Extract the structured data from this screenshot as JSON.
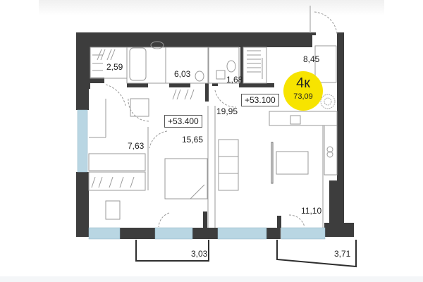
{
  "plan": {
    "apartment_type": "4к",
    "total_area": "73,09",
    "colors": {
      "wall": "#3d3d3d",
      "window": "#b9d6e3",
      "badge": "#f7e400",
      "line": "#9a9a9a"
    },
    "rooms": [
      {
        "id": "wardrobe",
        "area": "2,59"
      },
      {
        "id": "bathroom",
        "area": "6,03"
      },
      {
        "id": "wc",
        "area": "1,68"
      },
      {
        "id": "hallway",
        "area": "8,45"
      },
      {
        "id": "living",
        "area": "19,95"
      },
      {
        "id": "bedroom",
        "area": "15,65"
      },
      {
        "id": "study",
        "area": "7,63"
      },
      {
        "id": "kitchen",
        "area": "11,10"
      },
      {
        "id": "balcony-left",
        "area": "3,03"
      },
      {
        "id": "balcony-right",
        "area": "3,71"
      }
    ],
    "elevation_marks": [
      "+53.400",
      "+53.100"
    ]
  }
}
